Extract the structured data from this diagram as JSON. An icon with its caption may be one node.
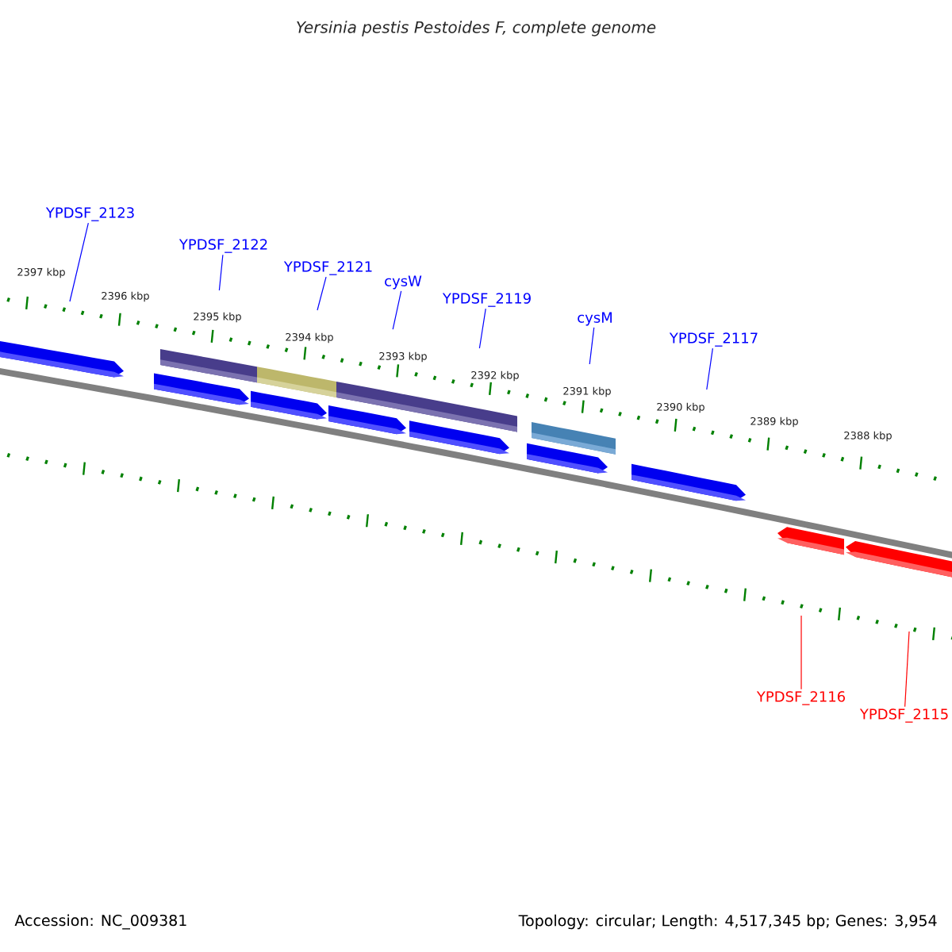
{
  "diagram": {
    "title": "Yersinia pestis Pestoides F, complete genome",
    "nodes": [
      {
        "text": [
          "YPDSF_2123"
        ]
      },
      {
        "text": [
          "YPDSF_2122"
        ]
      },
      {
        "text": [
          "YPDSF_2121"
        ]
      },
      {
        "text": [
          "cysW"
        ]
      },
      {
        "text": [
          "YPDSF_2119"
        ]
      },
      {
        "text": [
          "cysM"
        ]
      },
      {
        "text": [
          "YPDSF_2117"
        ]
      },
      {
        "text": [
          "YPDSF_2116"
        ]
      },
      {
        "text": [
          "YPDSF_2115"
        ]
      }
    ],
    "edges": [
      {
        "from": 0,
        "to": null,
        "arrow": "none"
      },
      {
        "from": 1,
        "to": null,
        "arrow": "none"
      },
      {
        "from": 2,
        "to": null,
        "arrow": "none"
      },
      {
        "from": 3,
        "to": null,
        "arrow": "none"
      },
      {
        "from": 4,
        "to": null,
        "arrow": "none"
      },
      {
        "from": 5,
        "to": null,
        "arrow": "none"
      },
      {
        "from": 6,
        "to": null,
        "arrow": "none"
      },
      {
        "from": 7,
        "to": null,
        "arrow": "none",
        "color": "#ff0000"
      },
      {
        "from": 8,
        "to": null,
        "arrow": "none",
        "color": "#ff0000"
      }
    ],
    "labels": [
      "2397 kbp",
      "2396 kbp",
      "2395 kbp",
      "2394 kbp",
      "2393 kbp",
      "2392 kbp",
      "2391 kbp",
      "2390 kbp",
      "2389 kbp",
      "2388 kbp",
      "Accession: NC_009381",
      "Topology: circular; Length: 4,517,345 bp; Genes: 3,954"
    ]
  }
}
